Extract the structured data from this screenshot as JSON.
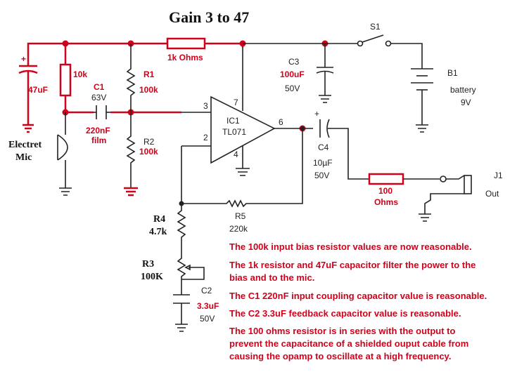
{
  "title": "Gain 3 to 47",
  "components": {
    "r_1k": "1k Ohms",
    "c_47uf": "47uF",
    "r_10k": "10k",
    "c1": "C1",
    "c1_voltage": "63V",
    "c1_value": "220nF",
    "c1_type": "film",
    "r1": "R1",
    "r1_value": "100k",
    "r2": "R2",
    "r2_value": "100k",
    "mic": [
      "Electret",
      "Mic"
    ],
    "opamp_name": "IC1",
    "opamp_part": "TL071",
    "pins": {
      "p7": "7",
      "p3": "3",
      "p2": "2",
      "p6": "6",
      "p4": "4"
    },
    "c3": "C3",
    "c3_value": "100uF",
    "c3_voltage": "50V",
    "s1": "S1",
    "b1": "B1",
    "battery": "battery",
    "battery_voltage": "9V",
    "c4": "C4",
    "c4_value": "10µF",
    "c4_voltage": "50V",
    "r_out": [
      "100",
      "Ohms"
    ],
    "j1": "J1",
    "out": "Out",
    "r4": [
      "R4",
      "4.7k"
    ],
    "r5": "R5",
    "r5_value": "220k",
    "r3": [
      "R3",
      "100K"
    ],
    "c2": "C2",
    "c2_value": "3.3uF",
    "c2_voltage": "50V",
    "plus": "+"
  },
  "notes": [
    [
      "The 100k input bias resistor values are now reasonable."
    ],
    [
      "The 1k resistor and 47uF capacitor filter the power to the",
      "bias and to the mic."
    ],
    [
      "The C1 220nF input coupling capacitor value is reasonable."
    ],
    [
      "The C2 3.3uF feedback capacitor value is reasonable."
    ],
    [
      "The 100 ohms resistor is in series with the output to",
      "prevent the capacitance of a shielded ouput cable from",
      "causing the opamp to oscillate at a high frequency."
    ]
  ]
}
